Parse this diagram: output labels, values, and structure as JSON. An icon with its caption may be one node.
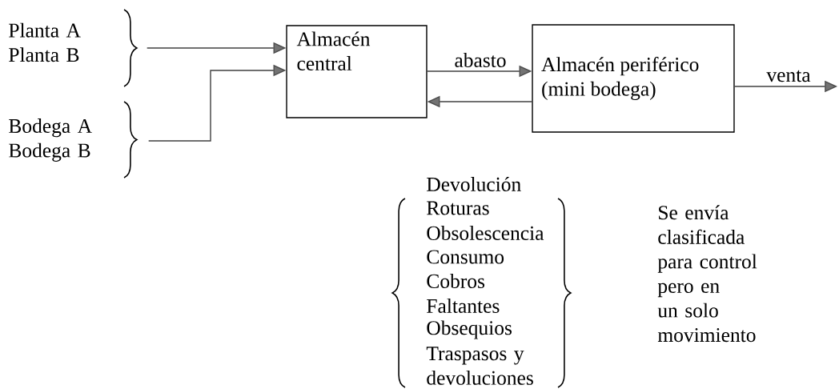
{
  "diagram": {
    "nodes": [
      {
        "text": [
          "Planta A",
          "Planta B"
        ]
      },
      {
        "text": [
          "Bodega A",
          "Bodega B"
        ]
      },
      {
        "text": [
          "Almacén central"
        ]
      },
      {
        "text": [
          "Almacén periférico (mini bodega)"
        ]
      }
    ],
    "edges": [
      {
        "from": 0,
        "to": 2,
        "arrow": "to"
      },
      {
        "from": 1,
        "to": 2,
        "arrow": "to"
      },
      {
        "from": 2,
        "to": 3,
        "arrow": "to",
        "label": "abasto"
      },
      {
        "from": 3,
        "to": 2,
        "arrow": "to"
      },
      {
        "from": 3,
        "to": null,
        "arrow": "to",
        "label": "venta"
      }
    ],
    "labels": [
      "Devolución",
      "Roturas",
      "Obsolescencia",
      "Consumo",
      "Cobros",
      "Faltantes",
      "Obsequios",
      "Traspasos y devoluciones",
      "Se envía clasificada para control pero en un solo movimiento"
    ]
  }
}
